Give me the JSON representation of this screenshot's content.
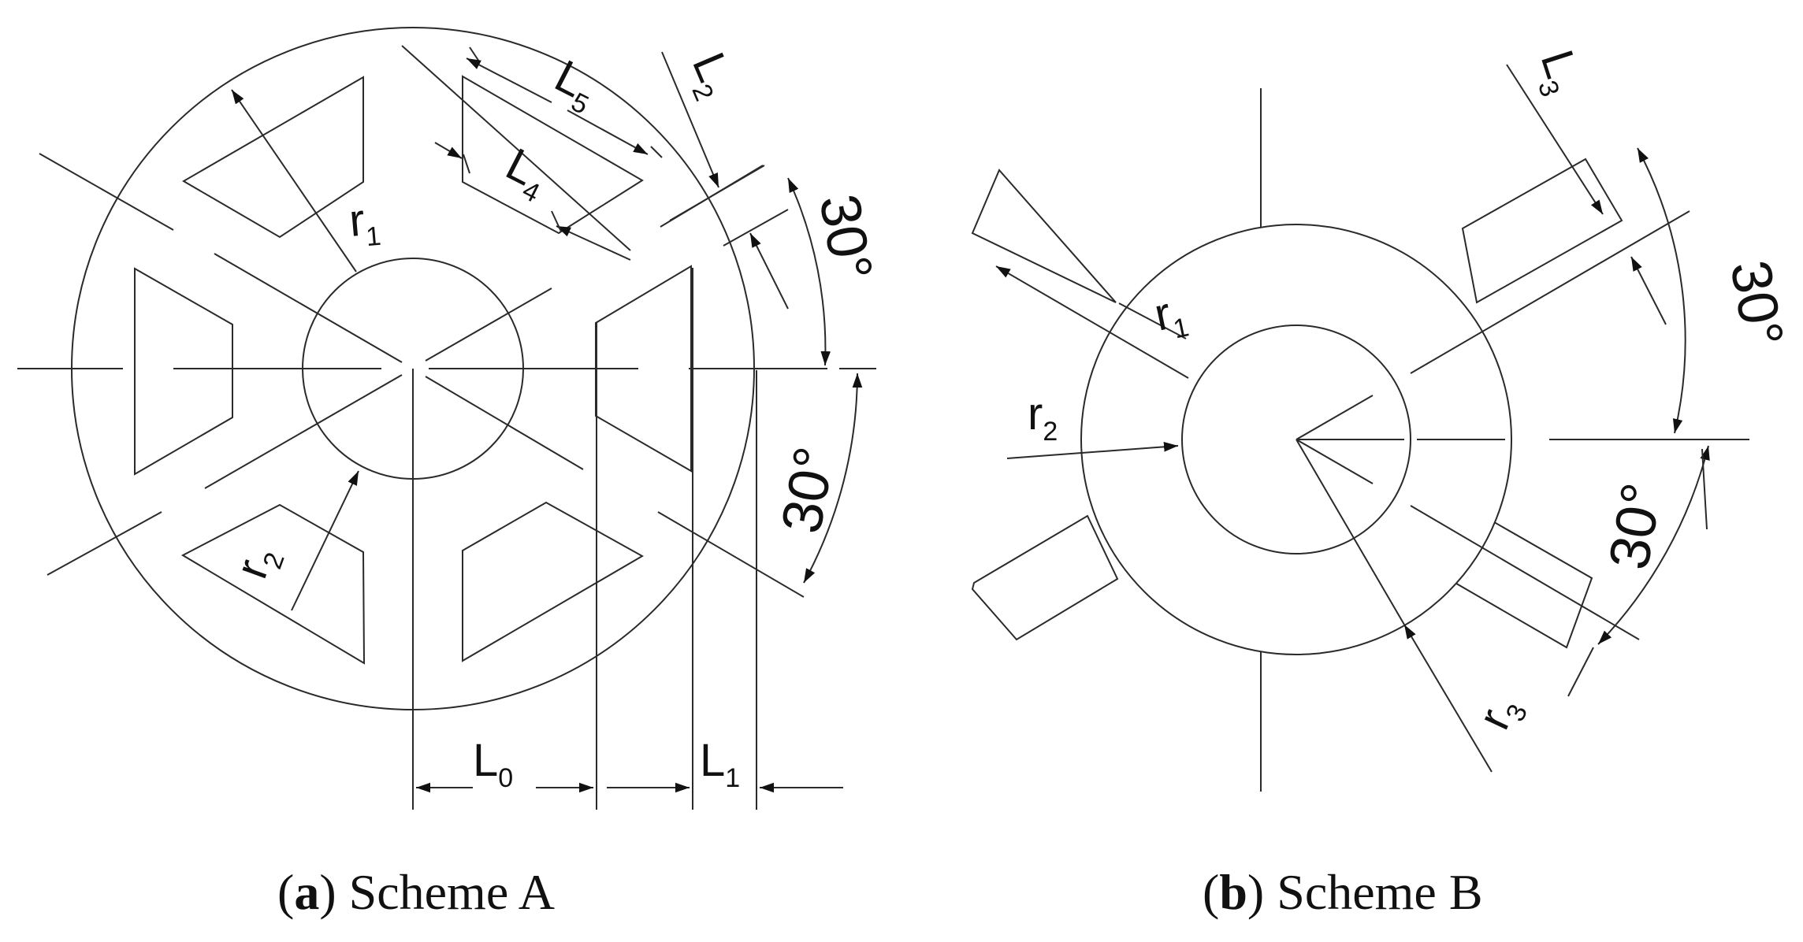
{
  "panel_a": {
    "caption_letter": "a",
    "caption_text": "Scheme A",
    "labels": {
      "r1": "r",
      "r1_sub": "1",
      "r2": "r",
      "r2_sub": "2",
      "L0": "L",
      "L0_sub": "0",
      "L1": "L",
      "L1_sub": "1",
      "L2": "L",
      "L2_sub": "2",
      "L4": "L",
      "L4_sub": "4",
      "L5": "L",
      "L5_sub": "5",
      "angle_top": "30°",
      "angle_bottom": "30°"
    }
  },
  "panel_b": {
    "caption_letter": "b",
    "caption_text": "Scheme B",
    "labels": {
      "r1": "r",
      "r1_sub": "1",
      "r2": "r",
      "r2_sub": "2",
      "r3": "r",
      "r3_sub": "3",
      "L3": "L",
      "L3_sub": "3",
      "angle_top": "30°",
      "angle_bottom": "30°"
    }
  }
}
